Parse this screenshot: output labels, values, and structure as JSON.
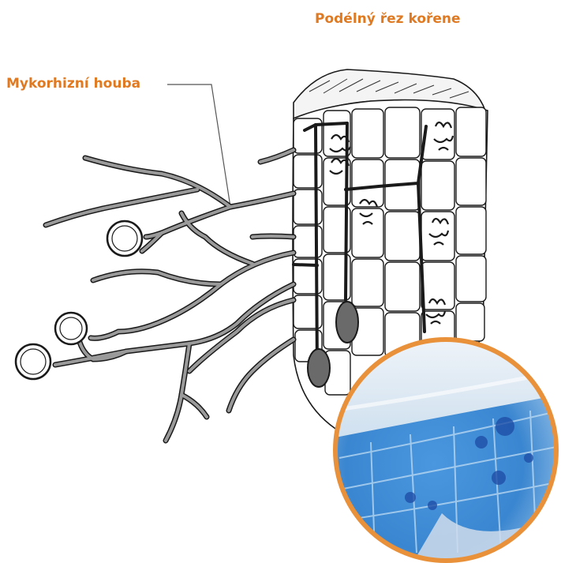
{
  "labels": {
    "title": "Podélný řez kořene",
    "fungus": "Mykorhizní houba"
  },
  "colors": {
    "label": "#e07a22",
    "ink": "#1a1a1a",
    "hypha_fill": "#8a8a8a",
    "micro_ring": "#e8913a",
    "micro_blue": "#3a86d0"
  },
  "icons": {
    "root_section": "root-longitudinal-section-illustration",
    "micrograph": "stained-root-micrograph"
  }
}
